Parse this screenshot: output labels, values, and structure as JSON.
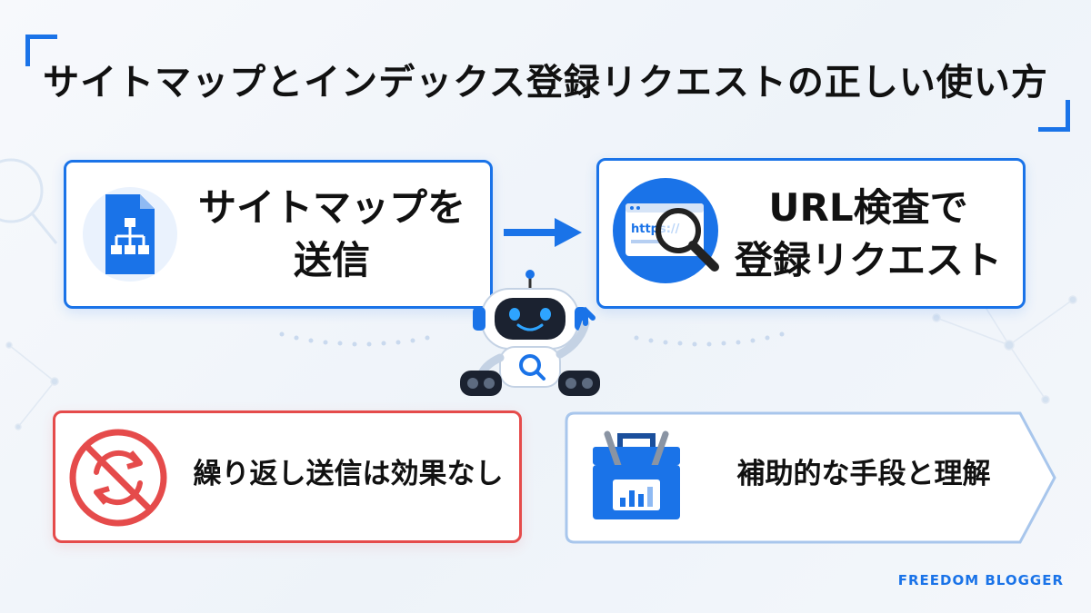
{
  "title": "サイトマップとインデックス登録リクエストの正しい使い方",
  "cards": {
    "sitemap": {
      "label_line1": "サイトマップを",
      "label_line2": "送信",
      "icon": "sitemap-document-icon"
    },
    "url_inspection": {
      "label_line1": "URL検査で",
      "label_line2": "登録リクエスト",
      "icon": "browser-magnifier-icon",
      "icon_text": "https://"
    },
    "repeat": {
      "label": "繰り返し送信は効果なし",
      "icon": "no-repeat-icon"
    },
    "auxiliary": {
      "label": "補助的な手段と理解",
      "icon": "toolbox-icon"
    }
  },
  "mascot": {
    "icon": "search-robot-icon"
  },
  "brand": "FREEDOM BLOGGER",
  "colors": {
    "accent": "#1a73e8",
    "danger": "#e54b4b",
    "text": "#111111"
  }
}
